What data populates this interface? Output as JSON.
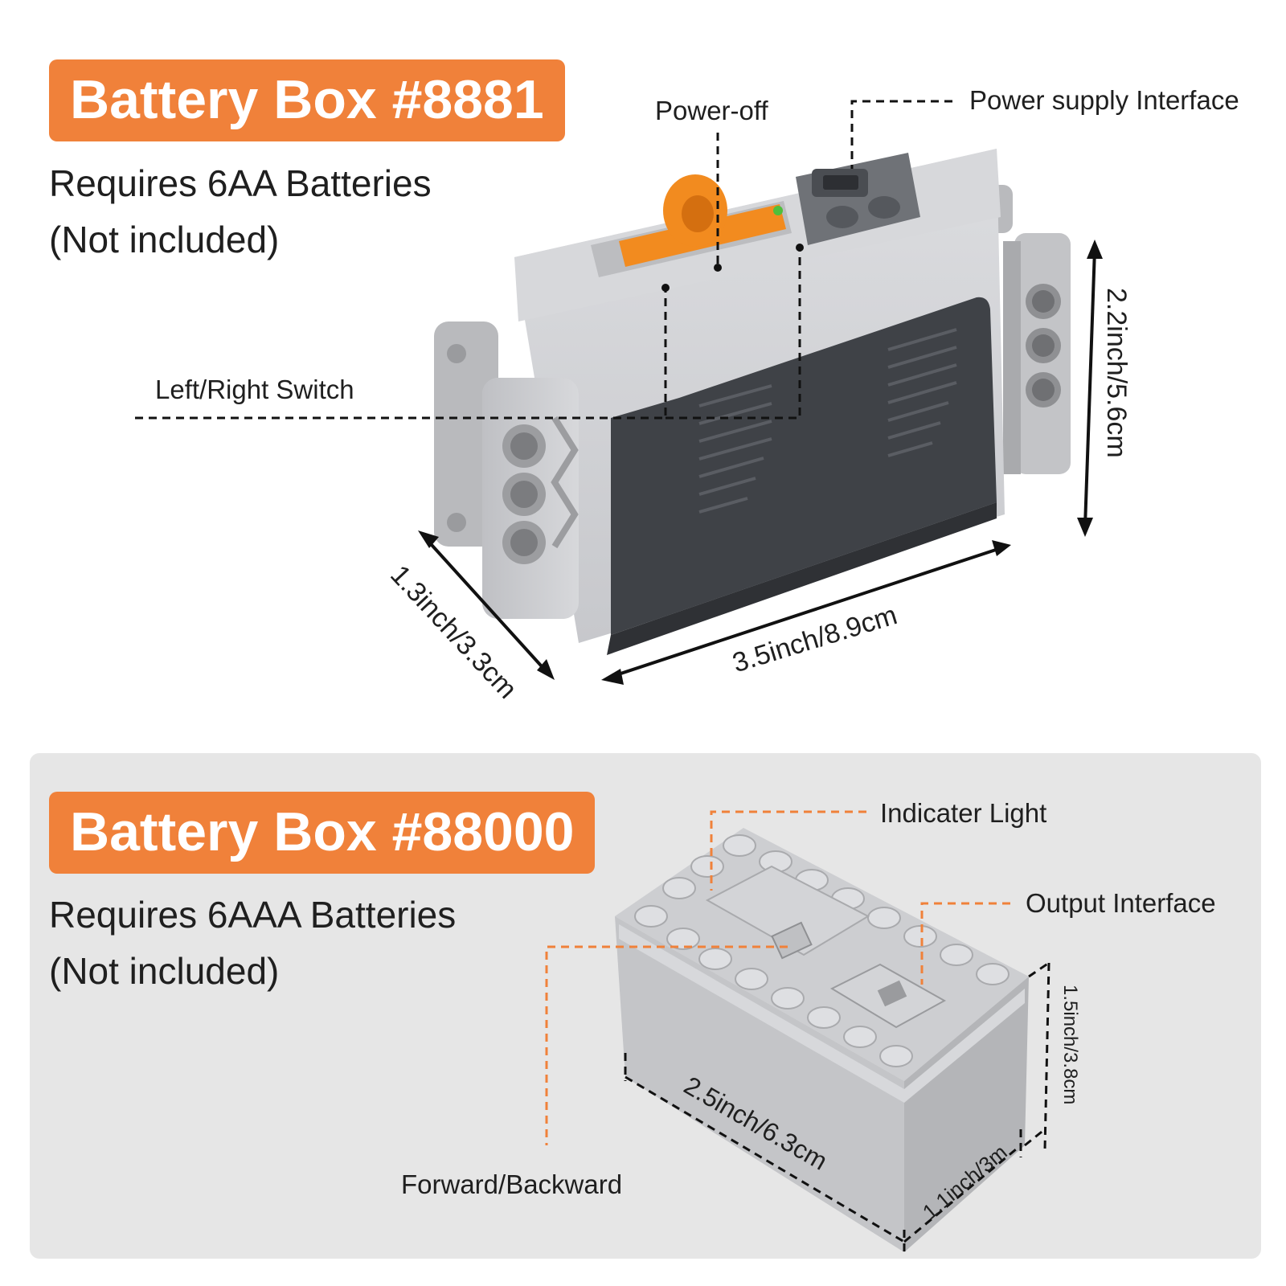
{
  "box_8881": {
    "title": "Battery Box #8881",
    "requirement_line1": "Requires 6AA Batteries",
    "requirement_line2": "(Not included)",
    "callouts": {
      "power_off": "Power-off",
      "power_supply": "Power supply Interface",
      "left_right_switch": "Left/Right Switch"
    },
    "dimensions": {
      "height": "2.2inch/5.6cm",
      "depth": "1.3inch/3.3cm",
      "length": "3.5inch/8.9cm"
    }
  },
  "box_88000": {
    "title": "Battery Box #88000",
    "requirement_line1": "Requires 6AAA Batteries",
    "requirement_line2": "(Not included)",
    "callouts": {
      "indicator_light": "Indicater Light",
      "output_interface": "Output Interface",
      "forward_backward": "Forward/Backward"
    },
    "dimensions": {
      "height": "1.5inch/3.8cm",
      "depth": "1.1inch/3m",
      "length": "2.5inch/6.3cm"
    }
  },
  "colors": {
    "accent": "#f0813a",
    "panel": "#e6e6e6",
    "body_gray": "#c8c9cc",
    "dark_gray": "#3c3f44",
    "switch_orange": "#f28b1f"
  }
}
